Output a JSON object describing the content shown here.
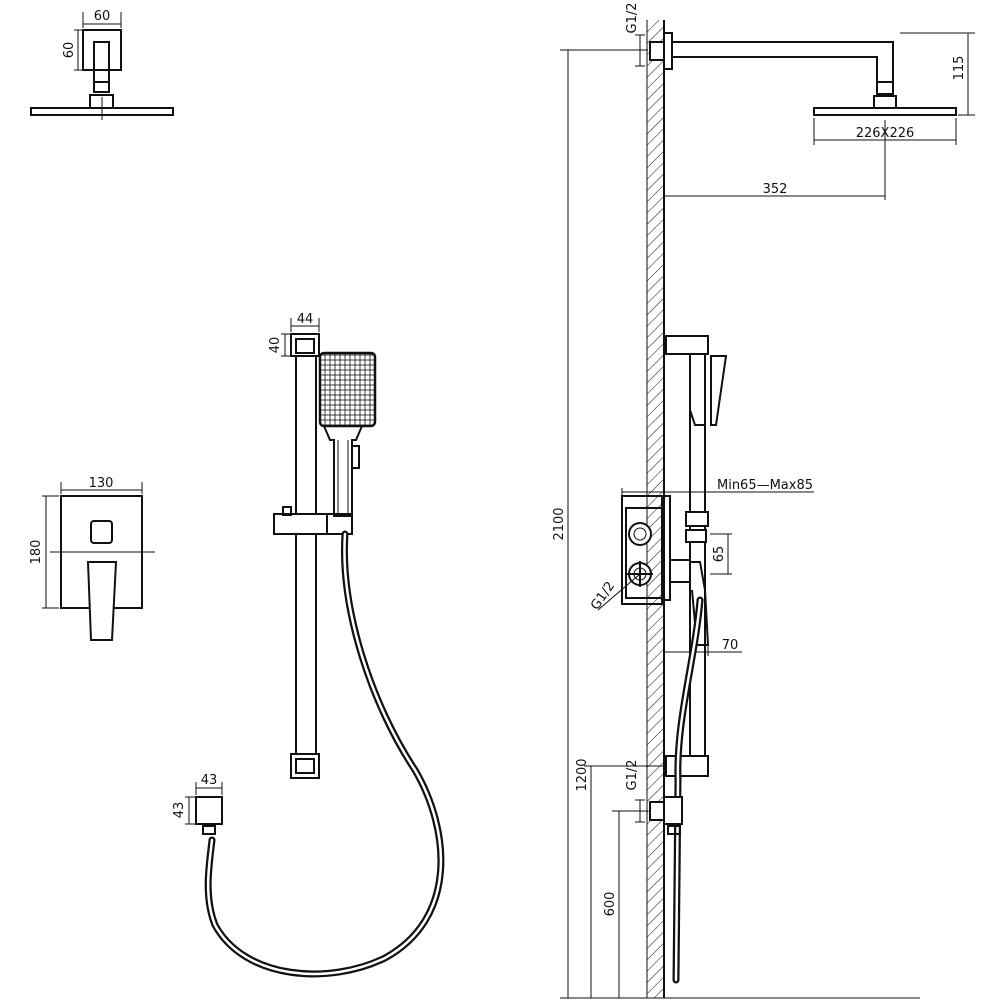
{
  "dimensions": {
    "shower_head_arm_width": "60",
    "shower_head_arm_height": "60",
    "rail_width": "44",
    "rail_height": "40",
    "valve_width": "130",
    "valve_height": "180",
    "outlet_width": "43",
    "outlet_height": "43",
    "inlet_thread_top": "G1/2",
    "arm_drop": "115",
    "head_size": "226X226",
    "arm_projection": "352",
    "total_height": "2100",
    "wall_depth": "Min65—Max85",
    "valve_spacing": "65",
    "inlet_thread_valve": "G1/2",
    "valve_projection": "70",
    "rail_bottom_height": "1200",
    "inlet_thread_bottom": "G1/2",
    "outlet_height_floor": "600"
  }
}
